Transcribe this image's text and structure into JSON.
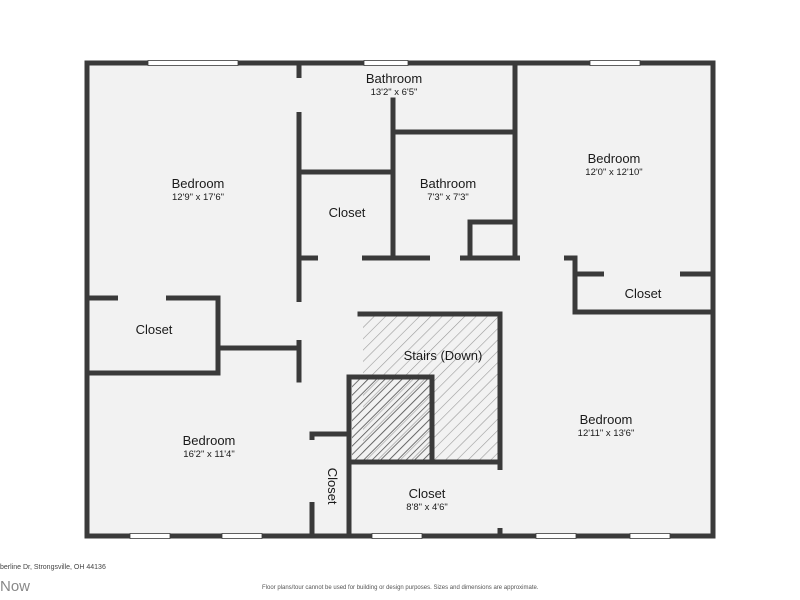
{
  "rooms": [
    {
      "id": "bedroom-nw",
      "name": "Bedroom",
      "dims": "12'9\" x 17'6\""
    },
    {
      "id": "bathroom-top",
      "name": "Bathroom",
      "dims": "13'2\" x 6'5\""
    },
    {
      "id": "bedroom-ne",
      "name": "Bedroom",
      "dims": "12'0\" x 12'10\""
    },
    {
      "id": "bathroom-mid",
      "name": "Bathroom",
      "dims": "7'3\" x 7'3\""
    },
    {
      "id": "closet-center",
      "name": "Closet",
      "dims": ""
    },
    {
      "id": "closet-ne",
      "name": "Closet",
      "dims": ""
    },
    {
      "id": "closet-west",
      "name": "Closet",
      "dims": ""
    },
    {
      "id": "stairs",
      "name": "Stairs (Down)",
      "dims": ""
    },
    {
      "id": "bedroom-se",
      "name": "Bedroom",
      "dims": "12'11\" x 13'6\""
    },
    {
      "id": "bedroom-sw",
      "name": "Bedroom",
      "dims": "16'2\" x 11'4\""
    },
    {
      "id": "closet-vertical",
      "name": "Closet",
      "dims": ""
    },
    {
      "id": "closet-bottom",
      "name": "Closet",
      "dims": "8'8\" x 4'6\""
    }
  ],
  "footer": {
    "address": "berline Dr, Strongsville, OH 44136",
    "brand": "Now",
    "disclaimer": "Floor plans/tour cannot be used for building or design purposes. Sizes and dimensions are approximate."
  },
  "colors": {
    "wall": "#3a3a3a",
    "floor": "#f2f2f2",
    "window": "#ffffff",
    "hatch": "#555555"
  }
}
